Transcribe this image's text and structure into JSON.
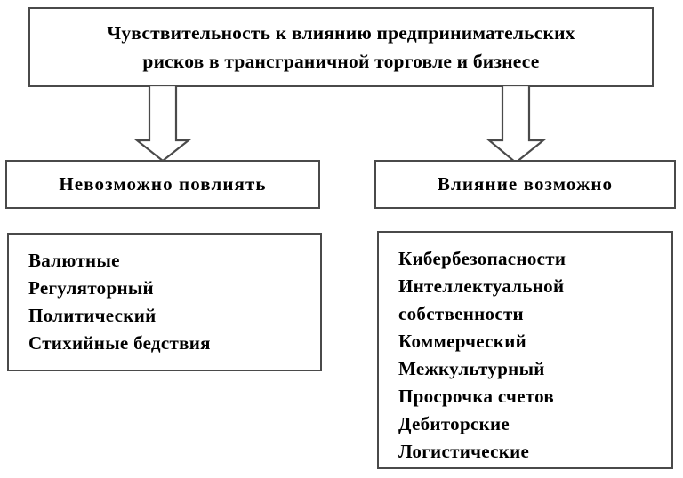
{
  "diagram": {
    "title": "Чувствительность к влиянию предпринимательских\nрисков в трансграничной торговле и бизнесе",
    "stroke_color": "#4a4a4a",
    "text_color": "#000000",
    "background_color": "#ffffff",
    "branches": [
      {
        "id": "cannot-influence",
        "header": "Невозможно повлиять",
        "items": [
          "Валютные",
          "Регуляторный",
          "Политический",
          "Стихийные бедствия"
        ]
      },
      {
        "id": "influence-possible",
        "header": "Влияние возможно",
        "items": [
          "Кибербезопасности",
          "Интеллектуальной",
          "собственности",
          "Коммерческий",
          "Межкультурный",
          "Просрочка счетов",
          "Дебиторские",
          "Логистические"
        ]
      }
    ],
    "connectors": [
      {
        "id": "arrow-to-cannot-influence",
        "icon": "arrow-down-icon"
      },
      {
        "id": "arrow-to-influence-possible",
        "icon": "arrow-down-icon"
      }
    ]
  }
}
